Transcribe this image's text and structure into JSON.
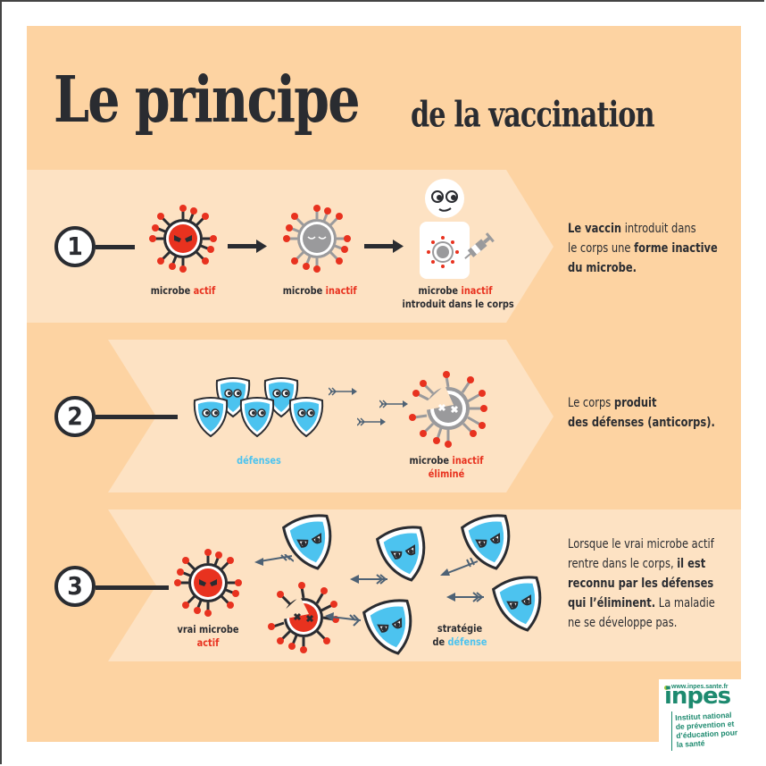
{
  "title": {
    "main": "Le principe",
    "rest": "de la vaccination"
  },
  "colors": {
    "panel": "#fdd3a2",
    "band": "#fde2c3",
    "dark": "#2a2c31",
    "red": "#e8321f",
    "grey": "#9a9a9c",
    "blue": "#4cc3ef",
    "arrow": "#4e6275",
    "brand_green": "#1d8a6f"
  },
  "steps": [
    {
      "number": "1",
      "labels": {
        "active": {
          "prefix": "microbe",
          "highlight": "actif"
        },
        "inactive": {
          "prefix": "microbe",
          "highlight": "inactif"
        },
        "introduced": {
          "line1_prefix": "microbe",
          "line1_highlight": "inactif",
          "line2": "introduit dans le corps"
        }
      },
      "description": {
        "bold1": "Le vaccin",
        "text1": " introduit dans",
        "text2": "le corps une ",
        "bold2": "forme inactive",
        "bold3": "du microbe."
      }
    },
    {
      "number": "2",
      "labels": {
        "defenses": "défenses",
        "eliminated": {
          "line1_prefix": "microbe",
          "line1_highlight": "inactif",
          "line2": "éliminé"
        }
      },
      "description": {
        "text1": "Le corps ",
        "bold1": "produit",
        "bold2": "des défenses (anticorps)."
      }
    },
    {
      "number": "3",
      "labels": {
        "real_microbe": {
          "line1": "vrai microbe",
          "line2": "actif"
        },
        "strategy": {
          "line1": "stratégie",
          "line2_prefix": "de",
          "line2_highlight": "défense"
        }
      },
      "description": {
        "line1": "Lorsque le vrai microbe actif",
        "line2_text": "rentre dans le corps, ",
        "line2_bold": "il est",
        "line3_bold": "reconnu par les défenses",
        "line4_bold": "qui l’éliminent.",
        "line4_text": " La maladie",
        "line5": "ne se développe pas."
      }
    }
  ],
  "logo": {
    "url": "www.inpes.sante.fr",
    "name": "inpes",
    "subtitle_lines": [
      "Institut national",
      "de prévention et",
      "d’éducation pour",
      "la santé"
    ]
  }
}
